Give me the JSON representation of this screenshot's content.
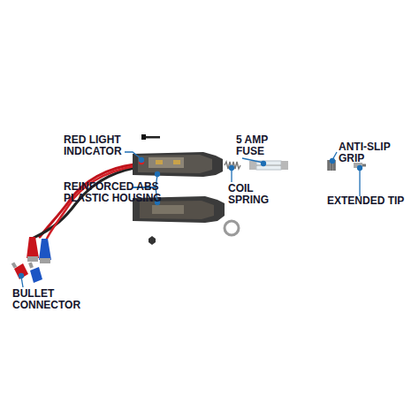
{
  "diagram": {
    "labels": [
      "RED LIGHT INDICATOR",
      "REINFORCED ABS PLASTIC HOUSING",
      "5 AMP FUSE",
      "COIL SPRING",
      "ANTI-SLIP GRIP",
      "EXTENDED TIP",
      "BULLET CONNECTOR"
    ]
  }
}
